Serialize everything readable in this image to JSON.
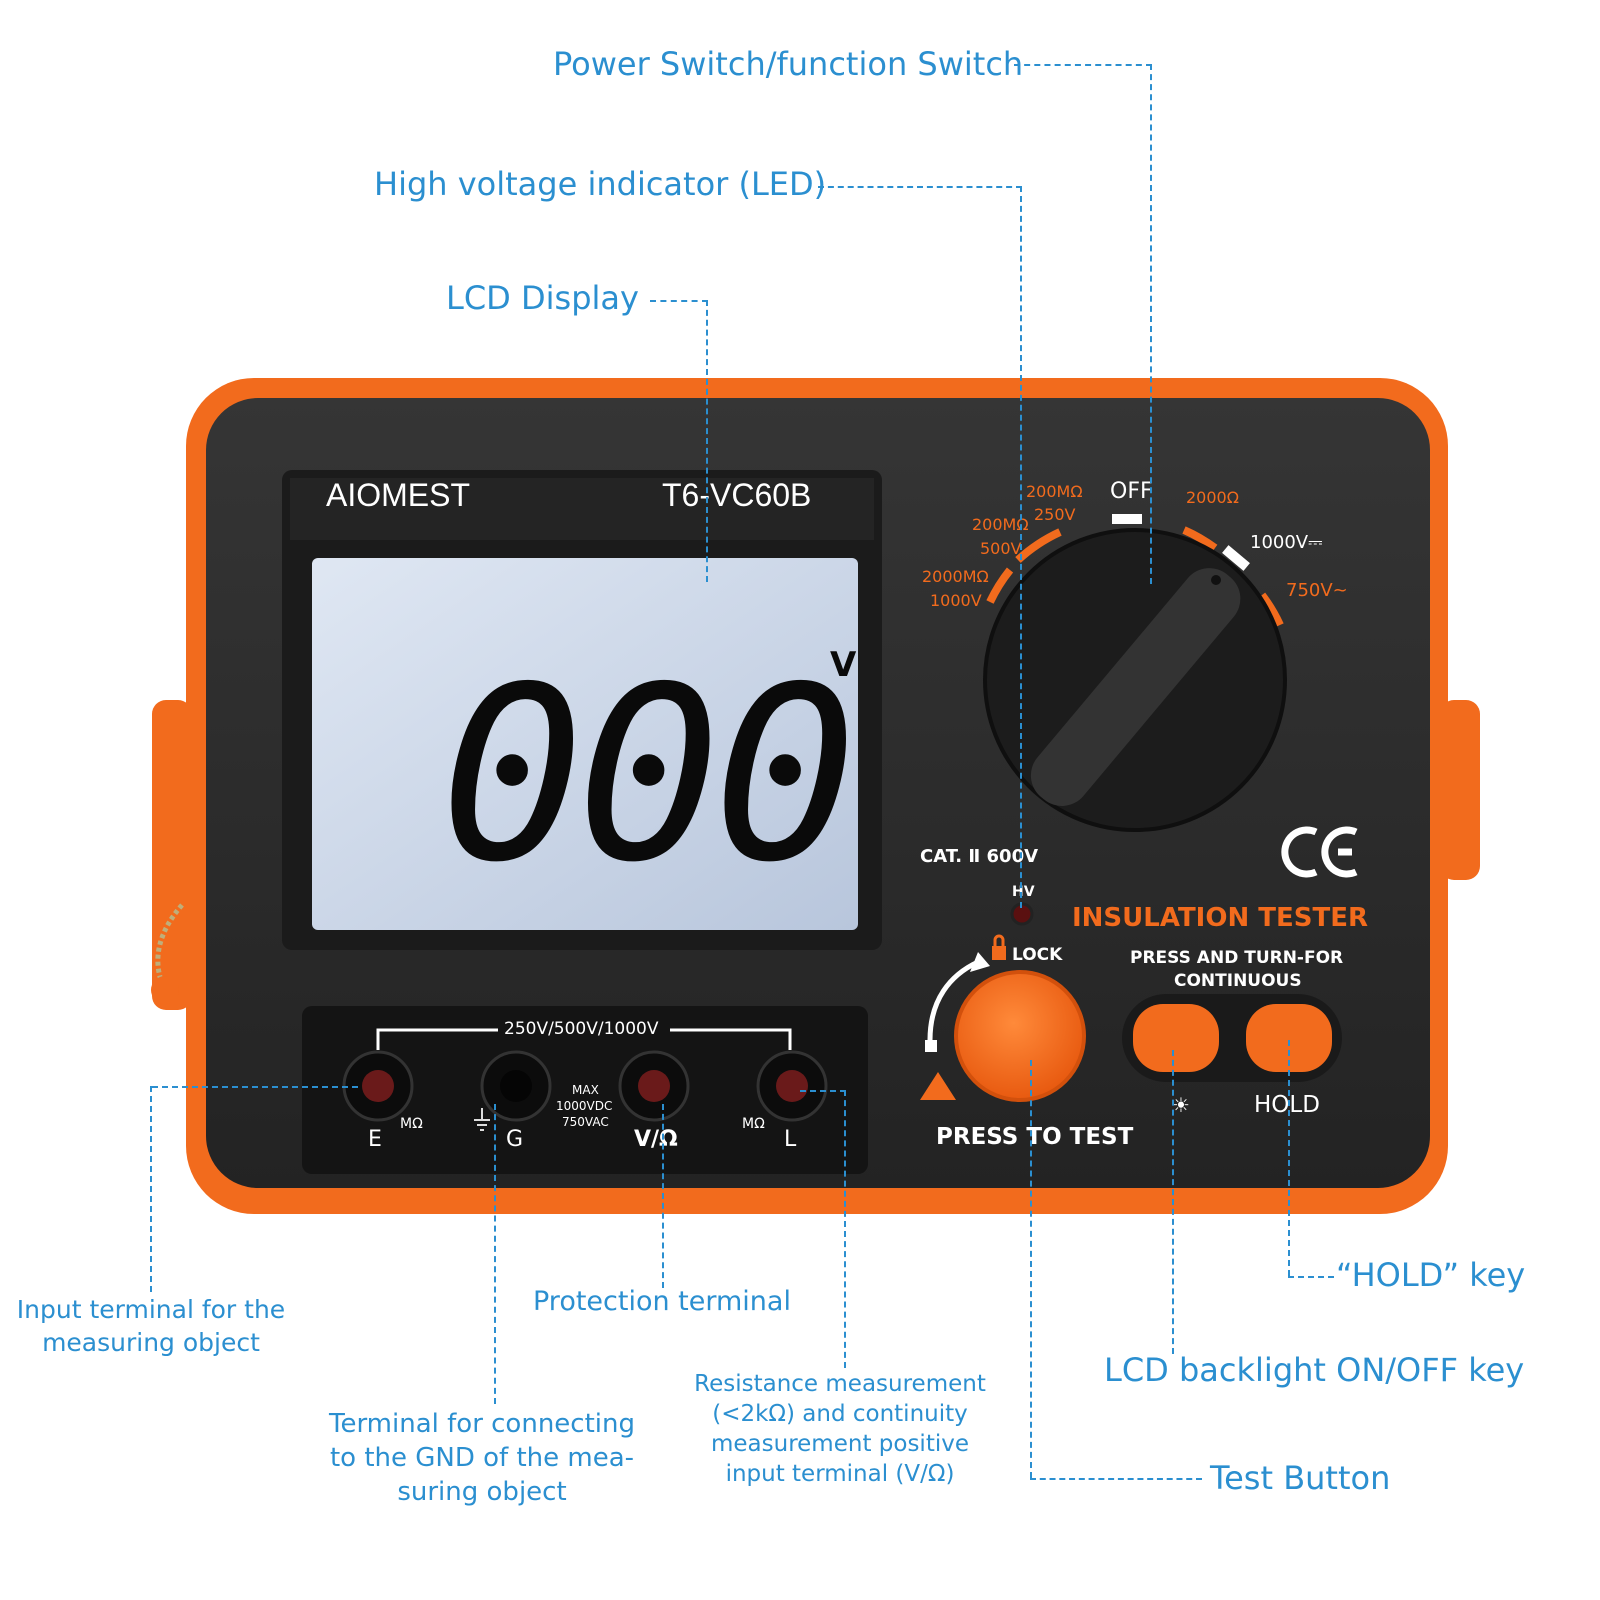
{
  "device": {
    "brand": "AIOMEST",
    "model": "T6-VC60B",
    "lcd_reading": "000",
    "lcd_unit": "V",
    "dial_positions": {
      "off": "OFF",
      "r200m_250_a": "200MΩ",
      "r200m_250_b": "250V",
      "r200m_500_a": "200MΩ",
      "r200m_500_b": "500V",
      "r2000m_1000_a": "2000MΩ",
      "r2000m_1000_b": "1000V",
      "r2000": "2000Ω",
      "v1000dc": "1000V⎓",
      "v750ac": "750V~"
    },
    "cat_rating": "CAT. Ⅱ 600V",
    "ce_mark": "CE",
    "hv_label": "HV",
    "product_name": "INSULATION TESTER",
    "press_turn_line1": "PRESS AND TURN-FOR",
    "press_turn_line2": "CONTINUOUS",
    "lock_label": "LOCK",
    "press_to_test": "PRESS TO TEST",
    "hold_label": "HOLD",
    "backlight_symbol": "☀",
    "terminal_range": "250V/500V/1000V",
    "max_line1": "MAX",
    "max_line2": "1000VDC",
    "max_line3": "750VAC",
    "terminals": {
      "e": "E",
      "e_unit": "MΩ",
      "g": "G",
      "v": "V/Ω",
      "l": "L",
      "l_unit": "MΩ"
    }
  },
  "callouts": {
    "power_switch": "Power Switch/function Switch",
    "hv_indicator": "High voltage indicator (LED)",
    "lcd_display": "LCD Display",
    "hold_key": "“HOLD” key",
    "backlight_key": "LCD backlight ON/OFF key",
    "test_button": "Test Button",
    "input_terminal": [
      "Input terminal for the",
      "measuring object"
    ],
    "protection_terminal": "Protection terminal",
    "gnd_terminal": [
      "Terminal for connecting",
      "to the GND of the mea-",
      "suring object"
    ],
    "resistance_terminal": [
      "Resistance measurement",
      "(<2kΩ) and continuity",
      "measurement positive",
      "input terminal (V/Ω)"
    ]
  },
  "colors": {
    "callout_blue": "#2b8fd0",
    "body_orange": "#f26b1d",
    "panel_black": "#2a2a2a",
    "lcd_blue": "#c7d3e6"
  }
}
